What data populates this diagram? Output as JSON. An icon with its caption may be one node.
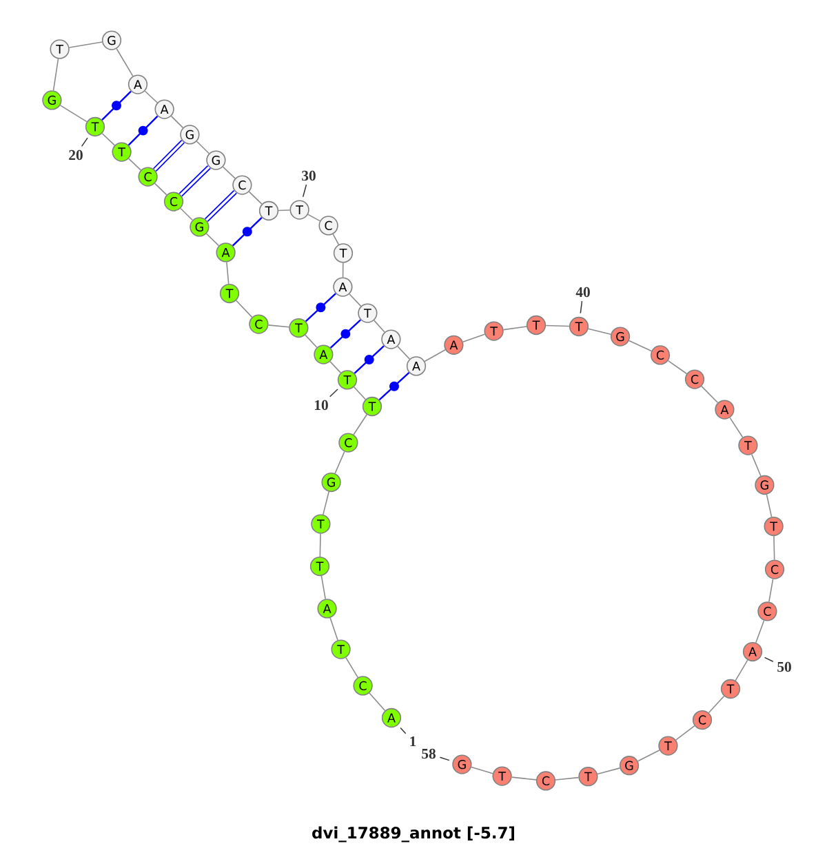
{
  "diagram": {
    "title": "dvi_17889_annot [-5.7]",
    "nodes": [
      {
        "text": [
          "A"
        ]
      },
      {
        "text": [
          "C"
        ]
      },
      {
        "text": [
          "T"
        ]
      },
      {
        "text": [
          "A"
        ]
      },
      {
        "text": [
          "T"
        ]
      },
      {
        "text": [
          "T"
        ]
      },
      {
        "text": [
          "G"
        ]
      },
      {
        "text": [
          "C"
        ]
      },
      {
        "text": [
          "T"
        ]
      },
      {
        "text": [
          "T"
        ]
      },
      {
        "text": [
          "A"
        ]
      },
      {
        "text": [
          "T"
        ]
      },
      {
        "text": [
          "C"
        ]
      },
      {
        "text": [
          "T"
        ]
      },
      {
        "text": [
          "A"
        ]
      },
      {
        "text": [
          "G"
        ]
      },
      {
        "text": [
          "C"
        ]
      },
      {
        "text": [
          "C"
        ]
      },
      {
        "text": [
          "T"
        ]
      },
      {
        "text": [
          "T"
        ]
      },
      {
        "text": [
          "G"
        ]
      },
      {
        "text": [
          "T"
        ]
      },
      {
        "text": [
          "G"
        ]
      },
      {
        "text": [
          "A"
        ]
      },
      {
        "text": [
          "A"
        ]
      },
      {
        "text": [
          "G"
        ]
      },
      {
        "text": [
          "G"
        ]
      },
      {
        "text": [
          "C"
        ]
      },
      {
        "text": [
          "T"
        ]
      },
      {
        "text": [
          "T"
        ]
      },
      {
        "text": [
          "C"
        ]
      },
      {
        "text": [
          "T"
        ]
      },
      {
        "text": [
          "A"
        ]
      },
      {
        "text": [
          "T"
        ]
      },
      {
        "text": [
          "A"
        ]
      },
      {
        "text": [
          "A"
        ]
      },
      {
        "text": [
          "A"
        ]
      },
      {
        "text": [
          "T"
        ]
      },
      {
        "text": [
          "T"
        ]
      },
      {
        "text": [
          "T"
        ]
      },
      {
        "text": [
          "G"
        ]
      },
      {
        "text": [
          "C"
        ]
      },
      {
        "text": [
          "C"
        ]
      },
      {
        "text": [
          "A"
        ]
      },
      {
        "text": [
          "T"
        ]
      },
      {
        "text": [
          "G"
        ]
      },
      {
        "text": [
          "T"
        ]
      },
      {
        "text": [
          "C"
        ]
      },
      {
        "text": [
          "C"
        ]
      },
      {
        "text": [
          "A"
        ]
      },
      {
        "text": [
          "T"
        ]
      },
      {
        "text": [
          "C"
        ]
      },
      {
        "text": [
          "T"
        ]
      },
      {
        "text": [
          "G"
        ]
      },
      {
        "text": [
          "T"
        ]
      },
      {
        "text": [
          "C"
        ]
      },
      {
        "text": [
          "T"
        ]
      },
      {
        "text": [
          "G"
        ]
      },
      {
        "text": [
          "1"
        ]
      },
      {
        "text": [
          "10"
        ]
      },
      {
        "text": [
          "20"
        ]
      },
      {
        "text": [
          "30"
        ]
      },
      {
        "text": [
          "40"
        ]
      },
      {
        "text": [
          "50"
        ]
      },
      {
        "text": [
          "58"
        ]
      }
    ],
    "edges": [
      {
        "from": 0,
        "to": 1,
        "arrow": "none"
      },
      {
        "from": 1,
        "to": 2,
        "arrow": "none"
      },
      {
        "from": 2,
        "to": 3,
        "arrow": "none"
      },
      {
        "from": 3,
        "to": 4,
        "arrow": "none"
      },
      {
        "from": 4,
        "to": 5,
        "arrow": "none"
      },
      {
        "from": 5,
        "to": 6,
        "arrow": "none"
      },
      {
        "from": 6,
        "to": 7,
        "arrow": "none"
      },
      {
        "from": 7,
        "to": 8,
        "arrow": "none"
      },
      {
        "from": 8,
        "to": 9,
        "arrow": "none"
      },
      {
        "from": 9,
        "to": 10,
        "arrow": "none"
      },
      {
        "from": 10,
        "to": 11,
        "arrow": "none"
      },
      {
        "from": 11,
        "to": 12,
        "arrow": "none"
      },
      {
        "from": 12,
        "to": 13,
        "arrow": "none"
      },
      {
        "from": 13,
        "to": 14,
        "arrow": "none"
      },
      {
        "from": 14,
        "to": 15,
        "arrow": "none"
      },
      {
        "from": 15,
        "to": 16,
        "arrow": "none"
      },
      {
        "from": 16,
        "to": 17,
        "arrow": "none"
      },
      {
        "from": 17,
        "to": 18,
        "arrow": "none"
      },
      {
        "from": 18,
        "to": 19,
        "arrow": "none"
      },
      {
        "from": 19,
        "to": 20,
        "arrow": "none"
      },
      {
        "from": 20,
        "to": 21,
        "arrow": "none"
      },
      {
        "from": 21,
        "to": 22,
        "arrow": "none"
      },
      {
        "from": 22,
        "to": 23,
        "arrow": "none"
      },
      {
        "from": 23,
        "to": 24,
        "arrow": "none"
      },
      {
        "from": 24,
        "to": 25,
        "arrow": "none"
      },
      {
        "from": 25,
        "to": 26,
        "arrow": "none"
      },
      {
        "from": 26,
        "to": 27,
        "arrow": "none"
      },
      {
        "from": 27,
        "to": 28,
        "arrow": "none"
      },
      {
        "from": 28,
        "to": 29,
        "arrow": "none"
      },
      {
        "from": 29,
        "to": 30,
        "arrow": "none"
      },
      {
        "from": 30,
        "to": 31,
        "arrow": "none"
      },
      {
        "from": 31,
        "to": 32,
        "arrow": "none"
      },
      {
        "from": 32,
        "to": 33,
        "arrow": "none"
      },
      {
        "from": 33,
        "to": 34,
        "arrow": "none"
      },
      {
        "from": 34,
        "to": 35,
        "arrow": "none"
      },
      {
        "from": 35,
        "to": 36,
        "arrow": "none"
      },
      {
        "from": 36,
        "to": 37,
        "arrow": "none"
      },
      {
        "from": 37,
        "to": 38,
        "arrow": "none"
      },
      {
        "from": 38,
        "to": 39,
        "arrow": "none"
      },
      {
        "from": 39,
        "to": 40,
        "arrow": "none"
      },
      {
        "from": 40,
        "to": 41,
        "arrow": "none"
      },
      {
        "from": 41,
        "to": 42,
        "arrow": "none"
      },
      {
        "from": 42,
        "to": 43,
        "arrow": "none"
      },
      {
        "from": 43,
        "to": 44,
        "arrow": "none"
      },
      {
        "from": 44,
        "to": 45,
        "arrow": "none"
      },
      {
        "from": 45,
        "to": 46,
        "arrow": "none"
      },
      {
        "from": 46,
        "to": 47,
        "arrow": "none"
      },
      {
        "from": 47,
        "to": 48,
        "arrow": "none"
      },
      {
        "from": 48,
        "to": 49,
        "arrow": "none"
      },
      {
        "from": 49,
        "to": 50,
        "arrow": "none"
      },
      {
        "from": 50,
        "to": 51,
        "arrow": "none"
      },
      {
        "from": 51,
        "to": 52,
        "arrow": "none"
      },
      {
        "from": 52,
        "to": 53,
        "arrow": "none"
      },
      {
        "from": 53,
        "to": 54,
        "arrow": "none"
      },
      {
        "from": 54,
        "to": 55,
        "arrow": "none"
      },
      {
        "from": 55,
        "to": 56,
        "arrow": "none"
      },
      {
        "from": 56,
        "to": 57,
        "arrow": "none"
      },
      {
        "from": 8,
        "to": 35,
        "arrow": "none",
        "color": "#0000ff"
      },
      {
        "from": 9,
        "to": 34,
        "arrow": "none",
        "color": "#0000ff"
      },
      {
        "from": 10,
        "to": 33,
        "arrow": "none",
        "color": "#0000ff"
      },
      {
        "from": 11,
        "to": 32,
        "arrow": "none",
        "color": "#0000ff"
      },
      {
        "from": 14,
        "to": 28,
        "arrow": "none",
        "color": "#0000ff"
      },
      {
        "from": 15,
        "to": 27,
        "arrow": "none",
        "style": "thick",
        "color": "#0000ff"
      },
      {
        "from": 16,
        "to": 26,
        "arrow": "none",
        "style": "thick",
        "color": "#0000ff"
      },
      {
        "from": 17,
        "to": 25,
        "arrow": "none",
        "style": "thick",
        "color": "#0000ff"
      },
      {
        "from": 18,
        "to": 24,
        "arrow": "none",
        "color": "#0000ff"
      },
      {
        "from": 19,
        "to": 23,
        "arrow": "none",
        "color": "#0000ff"
      },
      {
        "from": 58,
        "to": 0,
        "arrow": "none",
        "color": "#333333"
      },
      {
        "from": 59,
        "to": 9,
        "arrow": "none",
        "color": "#333333"
      },
      {
        "from": 60,
        "to": 19,
        "arrow": "none",
        "color": "#333333"
      },
      {
        "from": 61,
        "to": 29,
        "arrow": "none",
        "color": "#333333"
      },
      {
        "from": 62,
        "to": 39,
        "arrow": "none",
        "color": "#333333"
      },
      {
        "from": 63,
        "to": 49,
        "arrow": "none",
        "color": "#333333"
      },
      {
        "from": 64,
        "to": 57,
        "arrow": "none",
        "color": "#333333"
      }
    ]
  }
}
